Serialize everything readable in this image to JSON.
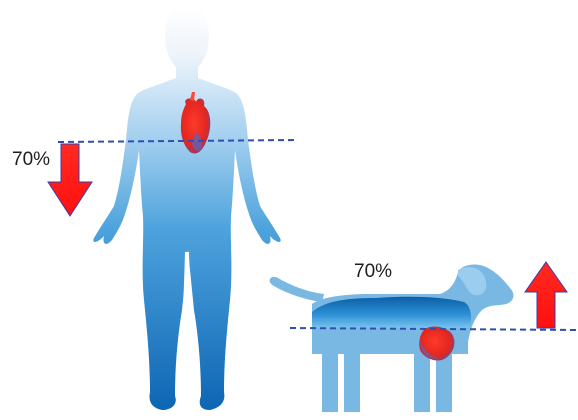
{
  "human": {
    "blood_volume_label": "70%",
    "direction": "down"
  },
  "dog": {
    "blood_volume_label": "70%",
    "direction": "up"
  },
  "colors": {
    "body_light": "#eaf2fb",
    "body_mid": "#5aaee3",
    "body_dark": "#0f6bb8",
    "dog_body": "#7ab8e4",
    "dog_blood": "#1d72b5",
    "arrow_red": "#ff1f1f",
    "arrow_outline": "#3a3ab0",
    "heart_red": "#ff2a2a",
    "heart_blue": "#3b6fc9",
    "level_line": "#2e4fb0"
  }
}
